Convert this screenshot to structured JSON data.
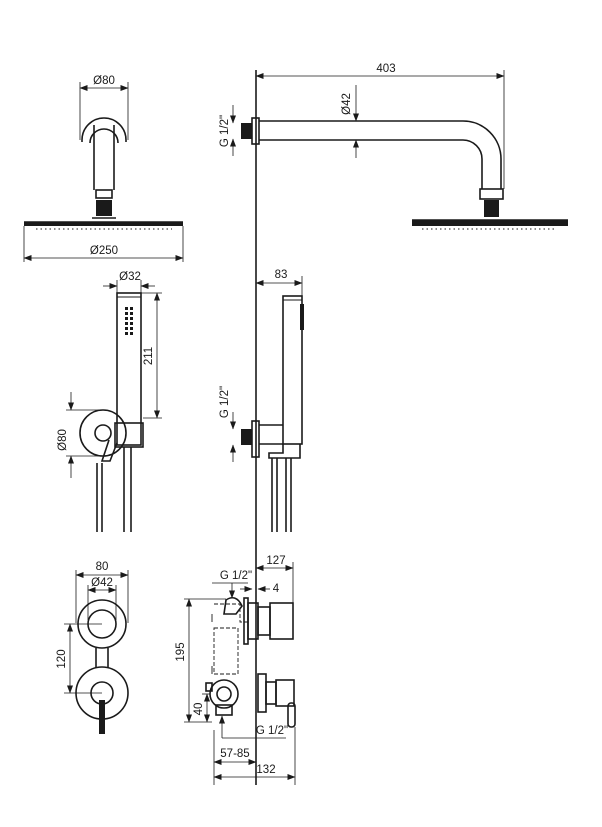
{
  "dimensions": {
    "head_arm_width": "403",
    "arm_diameter": "Ø42",
    "thread_top": "G 1/2\"",
    "flange_diameter": "Ø80",
    "head_diameter": "Ø250",
    "hand_shower_diameter": "Ø32",
    "hand_shower_length": "211",
    "holder_diameter": "Ø80",
    "holder_projection": "83",
    "thread_middle": "G 1/2\"",
    "mixer_plate_width": "80",
    "mixer_rosette_diameter": "Ø42",
    "mixer_centers": "120",
    "mixer_depth": "127",
    "thread_mixer_top": "G 1/2\"",
    "offset_4": "4",
    "mixer_height": "195",
    "inlet_height": "40",
    "thread_mixer_bottom": "G 1/2\"",
    "install_depth": "57-85",
    "total_depth": "132"
  }
}
